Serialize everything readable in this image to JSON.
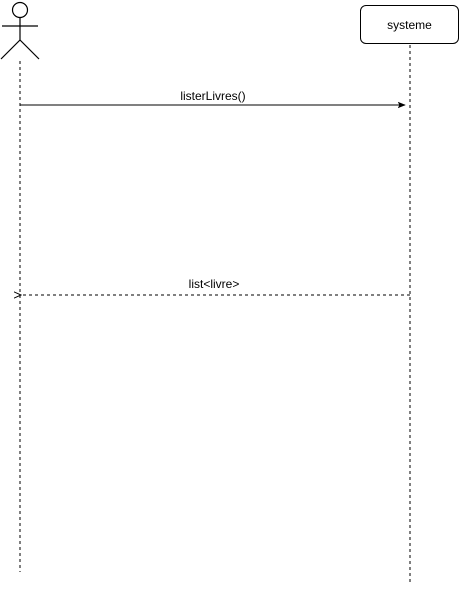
{
  "participants": {
    "actor": {
      "name": ""
    },
    "system": {
      "name": "systeme"
    }
  },
  "messages": [
    {
      "label": "listerLivres()",
      "from": "actor",
      "to": "system",
      "kind": "synchronous"
    },
    {
      "label": "list<livre>",
      "from": "system",
      "to": "actor",
      "kind": "return"
    }
  ],
  "colors": {
    "stroke": "#000000",
    "background": "#ffffff"
  }
}
